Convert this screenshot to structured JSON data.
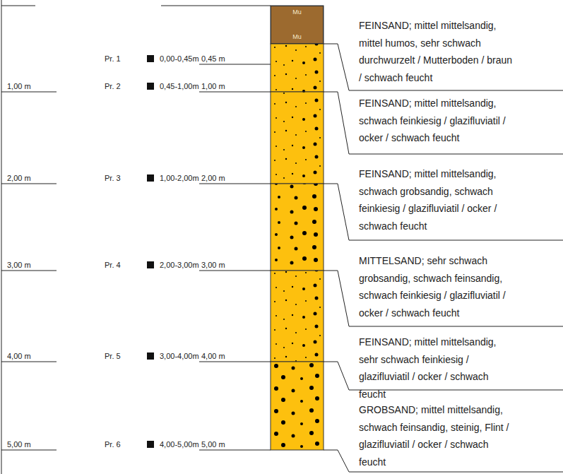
{
  "diagram": {
    "nodes": [
      {
        "text": [
          "Mu",
          "Mu"
        ]
      }
    ],
    "labels": [
      "1,00 m",
      "2,00 m",
      "3,00 m",
      "4,00 m",
      "5,00 m",
      "Pr. 1",
      "0,00-0,45m",
      "0,45 m",
      "Pr. 2",
      "0,45-1,00m",
      "1,00 m",
      "Pr. 3",
      "1,00-2,00m",
      "2,00 m",
      "Pr. 4",
      "2,00-3,00m",
      "3,00 m",
      "Pr. 5",
      "3,00-4,00m",
      "4,00 m",
      "Pr. 6",
      "4,00-5,00m",
      "5,00 m",
      "FEINSAND; mittel mittelsandig, mittel humos, sehr schwach durchwurzelt / Mutterboden / braun / schwach feucht",
      "FEINSAND; mittel mittelsandig, schwach feinkiesig / glazifluviatil / ocker / schwach feucht",
      "FEINSAND; mittel mittelsandig, schwach grobsandig, schwach feinkiesig / glazifluviatil / ocker / schwach feucht",
      "MITTELSAND; sehr schwach grobsandig, schwach feinsandig, schwach feinkiesig / glazifluviatil / ocker / schwach feucht",
      "FEINSAND; mittel mittelsandig, sehr schwach feinkiesig / glazifluviatil / ocker / schwach feucht",
      "GROBSAND; mittel mittelsandig, schwach feinsandig, steinig, Flint / glazifluviatil / ocker / schwach feucht"
    ]
  }
}
